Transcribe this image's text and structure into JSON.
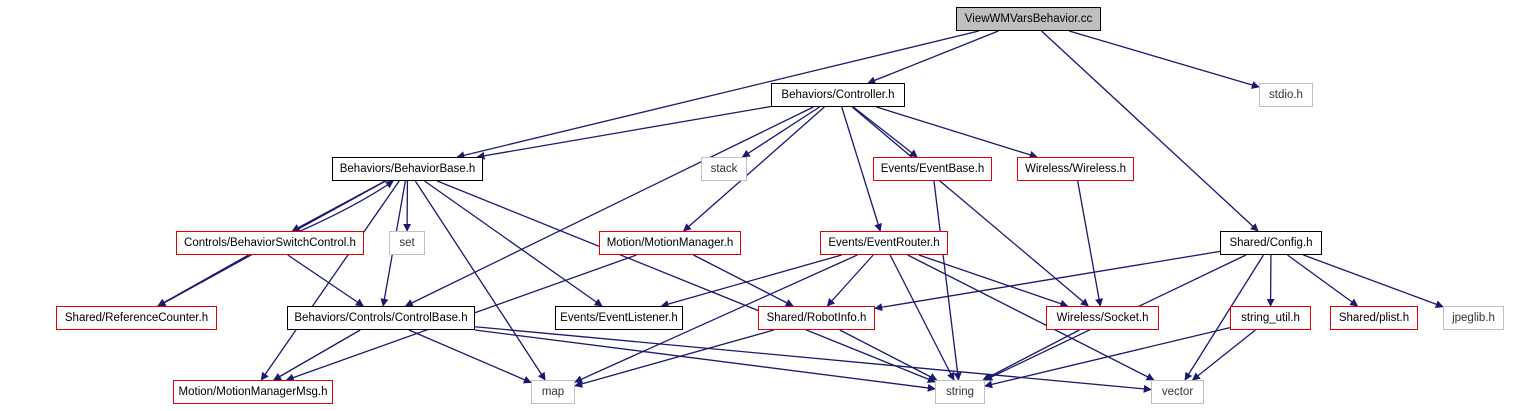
{
  "graph": {
    "edge_color": "#191970",
    "colors": {
      "black": "#000000",
      "red": "#e00000",
      "gray": "#bfbfbf",
      "root_fill": "#bfbfbf"
    },
    "nodes": {
      "root": {
        "label": "ViewWMVarsBehavior.cc",
        "style": "root"
      },
      "controller": {
        "label": "Behaviors/Controller.h",
        "style": "black"
      },
      "stdio": {
        "label": "stdio.h",
        "style": "gray"
      },
      "bbase": {
        "label": "Behaviors/BehaviorBase.h",
        "style": "black"
      },
      "stack": {
        "label": "stack",
        "style": "gray"
      },
      "evbase": {
        "label": "Events/EventBase.h",
        "style": "red"
      },
      "wireless": {
        "label": "Wireless/Wireless.h",
        "style": "red"
      },
      "bswitch": {
        "label": "Controls/BehaviorSwitchControl.h",
        "style": "red"
      },
      "set": {
        "label": "set",
        "style": "gray"
      },
      "motmgr": {
        "label": "Motion/MotionManager.h",
        "style": "red"
      },
      "evrouter": {
        "label": "Events/EventRouter.h",
        "style": "red"
      },
      "config": {
        "label": "Shared/Config.h",
        "style": "black"
      },
      "refcount": {
        "label": "Shared/ReferenceCounter.h",
        "style": "red"
      },
      "ctrlbase": {
        "label": "Behaviors/Controls/ControlBase.h",
        "style": "black"
      },
      "evlistener": {
        "label": "Events/EventListener.h",
        "style": "black"
      },
      "robotinfo": {
        "label": "Shared/RobotInfo.h",
        "style": "red"
      },
      "socket": {
        "label": "Wireless/Socket.h",
        "style": "red"
      },
      "strutil": {
        "label": "string_util.h",
        "style": "red"
      },
      "plist": {
        "label": "Shared/plist.h",
        "style": "red"
      },
      "jpeglib": {
        "label": "jpeglib.h",
        "style": "gray"
      },
      "motmsg": {
        "label": "Motion/MotionManagerMsg.h",
        "style": "red"
      },
      "map": {
        "label": "map",
        "style": "gray"
      },
      "string": {
        "label": "string",
        "style": "gray"
      },
      "vector": {
        "label": "vector",
        "style": "gray"
      }
    },
    "edges": [
      [
        "root",
        "controller"
      ],
      [
        "root",
        "bbase"
      ],
      [
        "root",
        "stdio"
      ],
      [
        "root",
        "config"
      ],
      [
        "controller",
        "bbase"
      ],
      [
        "controller",
        "stack"
      ],
      [
        "controller",
        "evbase"
      ],
      [
        "controller",
        "wireless"
      ],
      [
        "controller",
        "motmgr"
      ],
      [
        "controller",
        "evrouter"
      ],
      [
        "controller",
        "ctrlbase"
      ],
      [
        "controller",
        "socket"
      ],
      [
        "bbase",
        "bswitch"
      ],
      [
        "bswitch",
        "bbase"
      ],
      [
        "bbase",
        "set"
      ],
      [
        "bbase",
        "refcount"
      ],
      [
        "bbase",
        "ctrlbase"
      ],
      [
        "bbase",
        "evlistener"
      ],
      [
        "bbase",
        "motmsg"
      ],
      [
        "bbase",
        "map"
      ],
      [
        "bbase",
        "string"
      ],
      [
        "bswitch",
        "refcount"
      ],
      [
        "bswitch",
        "ctrlbase"
      ],
      [
        "motmgr",
        "motmsg"
      ],
      [
        "motmgr",
        "robotinfo"
      ],
      [
        "evbase",
        "string"
      ],
      [
        "wireless",
        "socket"
      ],
      [
        "evrouter",
        "evlistener"
      ],
      [
        "evrouter",
        "robotinfo"
      ],
      [
        "evrouter",
        "socket"
      ],
      [
        "evrouter",
        "string"
      ],
      [
        "evrouter",
        "vector"
      ],
      [
        "evrouter",
        "map"
      ],
      [
        "config",
        "robotinfo"
      ],
      [
        "config",
        "strutil"
      ],
      [
        "config",
        "plist"
      ],
      [
        "config",
        "jpeglib"
      ],
      [
        "config",
        "vector"
      ],
      [
        "config",
        "string"
      ],
      [
        "ctrlbase",
        "motmsg"
      ],
      [
        "ctrlbase",
        "map"
      ],
      [
        "ctrlbase",
        "string"
      ],
      [
        "ctrlbase",
        "vector"
      ],
      [
        "robotinfo",
        "map"
      ],
      [
        "robotinfo",
        "string"
      ],
      [
        "socket",
        "string"
      ],
      [
        "strutil",
        "string"
      ],
      [
        "strutil",
        "vector"
      ]
    ]
  }
}
